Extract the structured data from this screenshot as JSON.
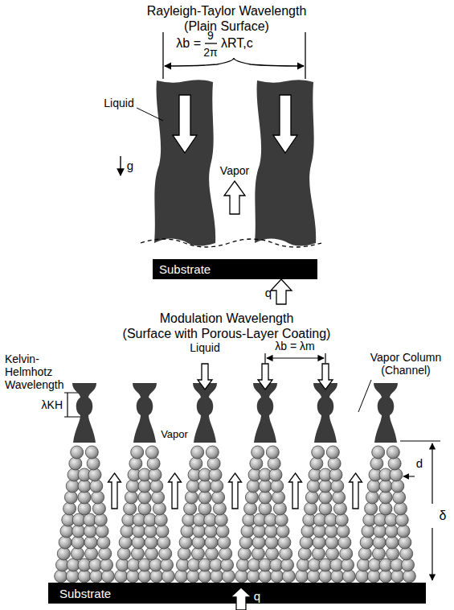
{
  "diagram": {
    "nodes": [
      {
        "text": [
          "Substrate"
        ]
      },
      {
        "text": [
          "Substrate"
        ]
      }
    ],
    "labels": [
      "Rayleigh-Taylor Wavelength",
      "(Plain Surface)",
      "λb =",
      "9",
      "2π",
      "λRT,c",
      "Liquid",
      "g",
      "Vapor",
      "q",
      "Modulation Wavelength",
      "(Surface with Porous-Layer Coating)",
      "Kelvin-Helmhotz Wavelength",
      "λKH",
      "Liquid",
      "λb = λm",
      "Vapor Column (Channel)",
      "Vapor",
      "d",
      "δ",
      "q"
    ]
  }
}
